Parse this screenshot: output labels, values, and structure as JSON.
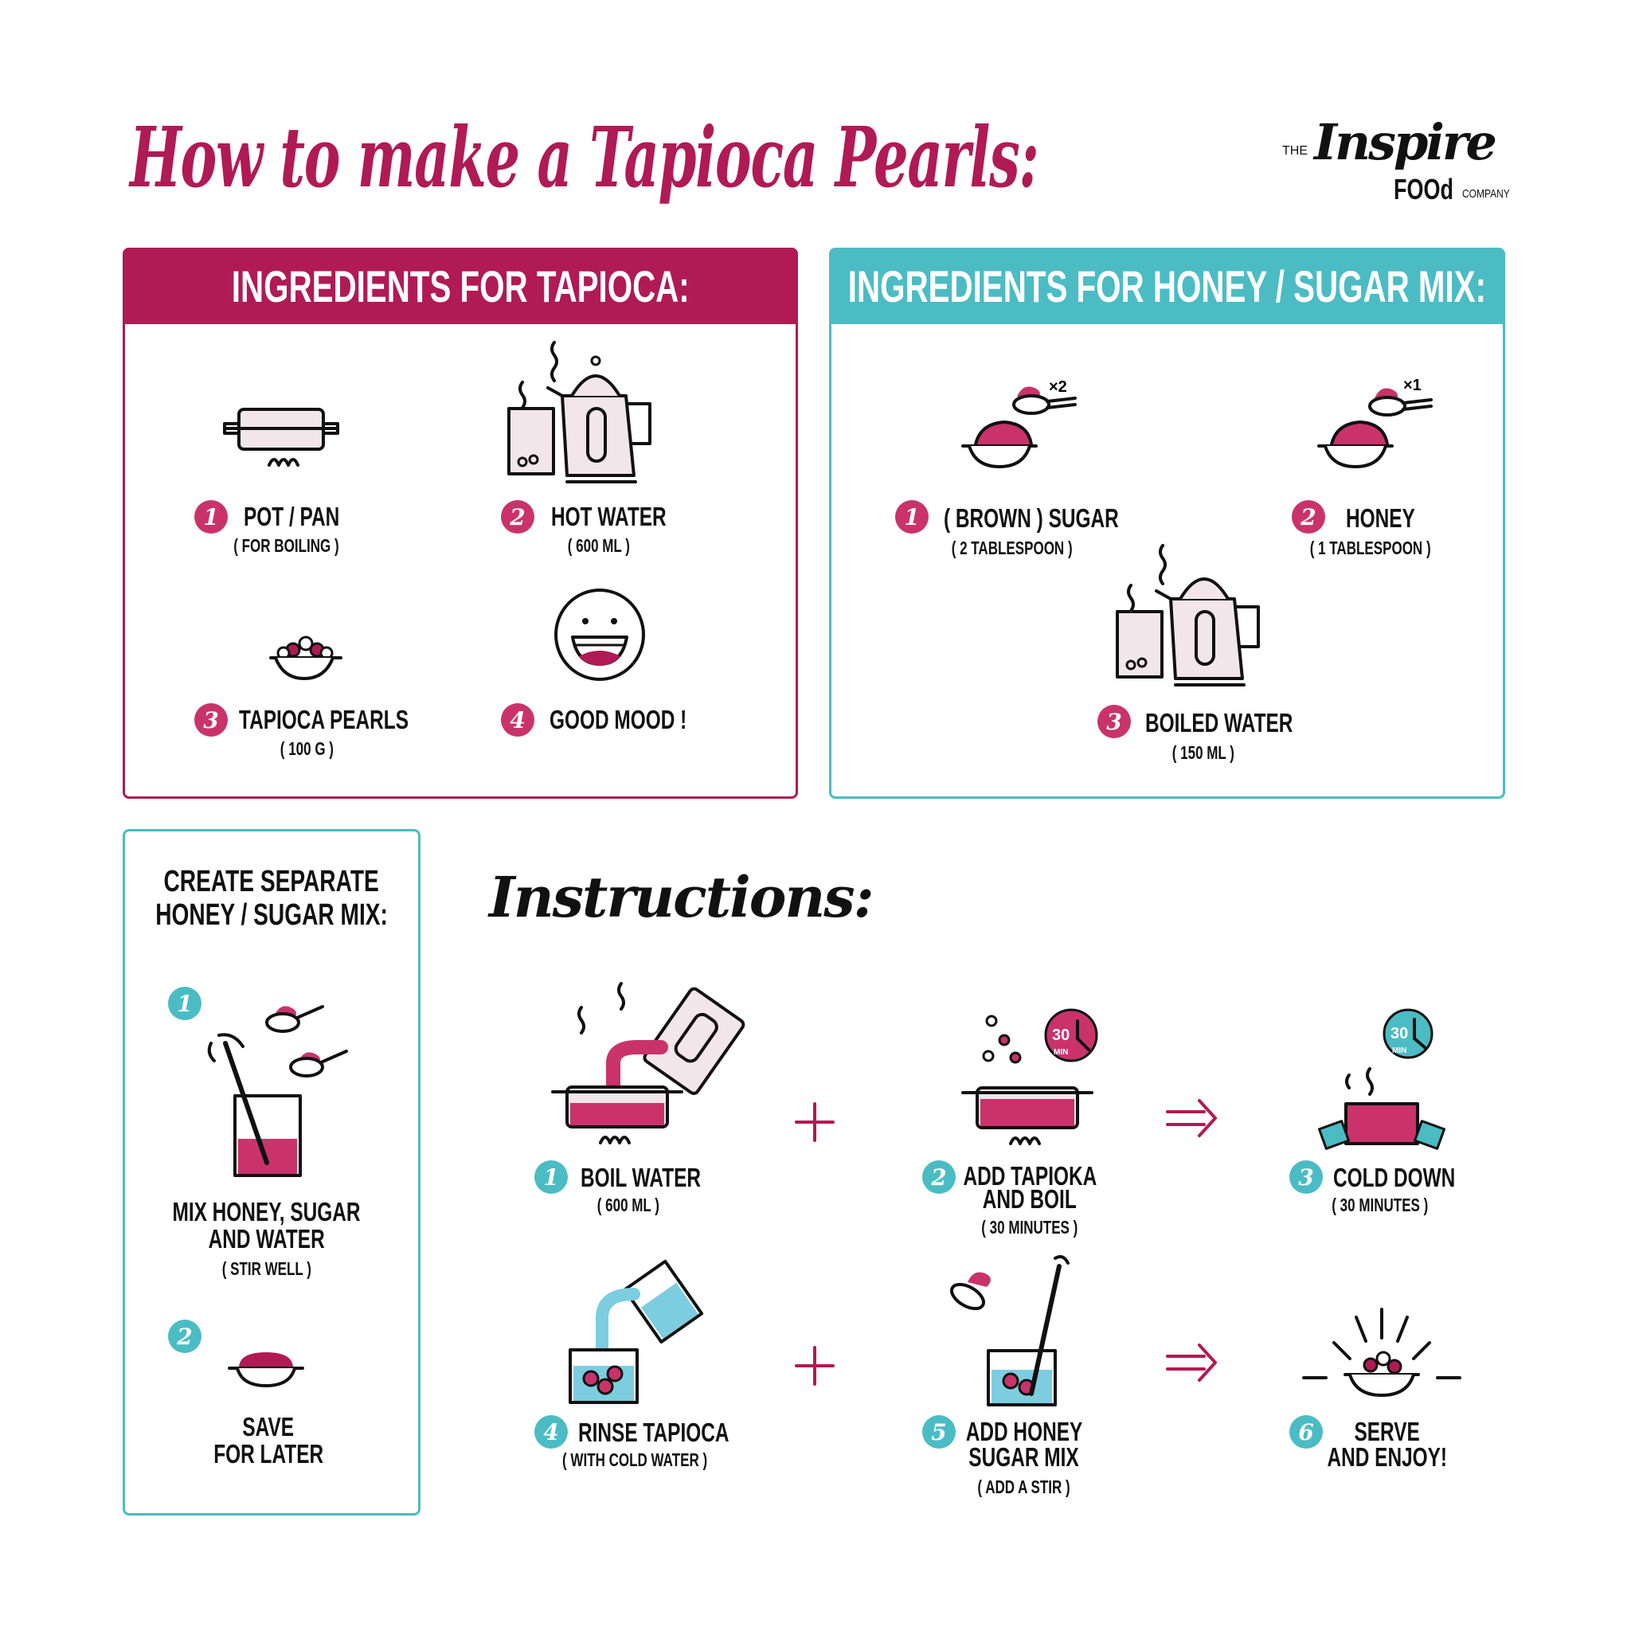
{
  "title": "How to make a Tapioca Pearls:",
  "logo": {
    "the": "THE",
    "name": "Inspire",
    "food": "FOOd",
    "company": "COMPANY"
  },
  "colors": {
    "magenta": "#b01a55",
    "pink": "#c9336a",
    "teal": "#4bbcc4",
    "blush": "#f3e6ea"
  },
  "tapioca_ingredients": {
    "header": "INGREDIENTS FOR TAPIOCA:",
    "items": [
      {
        "num": "1",
        "label": "POT / PAN",
        "detail": "( FOR BOILING )",
        "icon": "pot-icon"
      },
      {
        "num": "2",
        "label": "HOT WATER",
        "detail": "( 600 ML )",
        "icon": "kettle-icon"
      },
      {
        "num": "3",
        "label": "TAPIOCA PEARLS",
        "detail": "( 100 G )",
        "icon": "pearl-bowl-icon"
      },
      {
        "num": "4",
        "label": "GOOD MOOD !",
        "icon": "smiley-icon"
      }
    ]
  },
  "mix_ingredients": {
    "header": "INGREDIENTS FOR HONEY / SUGAR MIX:",
    "items": [
      {
        "num": "1",
        "label": "( BROWN ) SUGAR",
        "detail": "( 2 TABLESPOON )",
        "badge": "×2",
        "icon": "sugar-spoon-icon"
      },
      {
        "num": "2",
        "label": "HONEY",
        "detail": "( 1 TABLESPOON )",
        "badge": "×1",
        "icon": "honey-spoon-icon"
      },
      {
        "num": "3",
        "label": "BOILED WATER",
        "detail": "( 150 ML )",
        "icon": "kettle-icon"
      }
    ]
  },
  "separate_mix": {
    "title_line1": "CREATE SEPARATE",
    "title_line2": "HONEY / SUGAR MIX:",
    "steps": [
      {
        "num": "1",
        "line1": "MIX HONEY, SUGAR",
        "line2": "AND WATER",
        "detail": "( STIR WELL )"
      },
      {
        "num": "2",
        "line1": "SAVE",
        "line2": "FOR LATER"
      }
    ]
  },
  "instructions": {
    "title": "Instructions:",
    "timer_label": "30",
    "timer_unit": "MIN",
    "steps": [
      {
        "num": "1",
        "line1": "BOIL WATER",
        "detail": "( 600 ML )"
      },
      {
        "num": "2",
        "line1": "ADD TAPIOKA",
        "line2": "AND BOIL",
        "detail": "( 30 MINUTES )"
      },
      {
        "num": "3",
        "line1": "COLD DOWN",
        "detail": "( 30 MINUTES )"
      },
      {
        "num": "4",
        "line1": "RINSE TAPIOCA",
        "detail": "( WITH COLD WATER )"
      },
      {
        "num": "5",
        "line1": "ADD HONEY",
        "line2": "SUGAR MIX",
        "detail": "( ADD A STIR )"
      },
      {
        "num": "6",
        "line1": "SERVE",
        "line2": "AND ENJOY!"
      }
    ]
  }
}
